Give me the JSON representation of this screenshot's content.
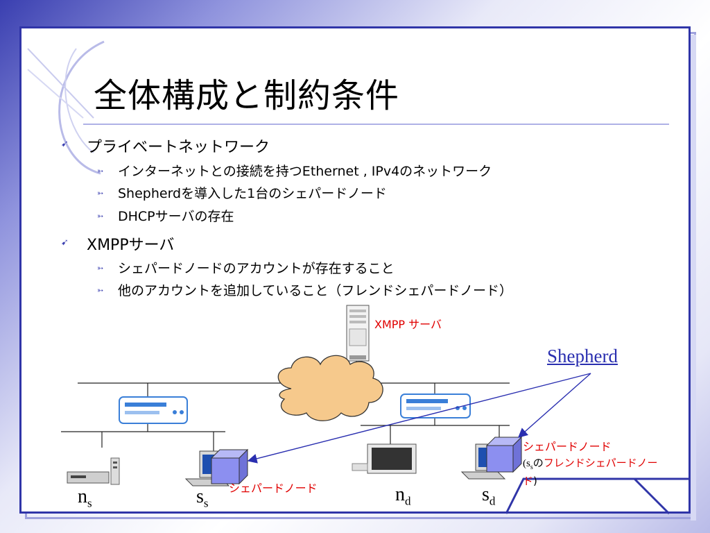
{
  "title": "全体構成と制約条件",
  "bullets": [
    {
      "text": "プライベートネットワーク",
      "children": [
        "インターネットとの接続を持つEthernet , IPv4のネットワーク",
        "Shepherdを導入した1台のシェパードノード",
        "DHCPサーバの存在"
      ]
    },
    {
      "text": "XMPPサーバ",
      "children": [
        "シェパードノードのアカウントが存在すること",
        "他のアカウントを追加していること（フレンドシェパードノード）"
      ]
    }
  ],
  "diagram": {
    "xmpp_server_label": "XMPP サーバ",
    "shepherd_label": "Shepherd",
    "shepherd_node_label_right": "シェパードノード",
    "friend_note_prefix": "(s",
    "friend_note_sub": "s",
    "friend_note_mid": "の",
    "friend_note_red": "フレンドシェパードノー",
    "friend_note_red2": "ド",
    "friend_note_suffix": ")",
    "shepherd_node_label_bottom": "シェパードノード",
    "nodes": [
      {
        "base": "n",
        "sub": "s"
      },
      {
        "base": "s",
        "sub": "s"
      },
      {
        "base": "n",
        "sub": "d"
      },
      {
        "base": "s",
        "sub": "d"
      }
    ]
  },
  "colors": {
    "accent": "#3035a8",
    "red_label": "#e00000",
    "cloud": "#f6c98c",
    "router": "#3a7fd8",
    "shepherd_box": "#8c8ff0"
  }
}
